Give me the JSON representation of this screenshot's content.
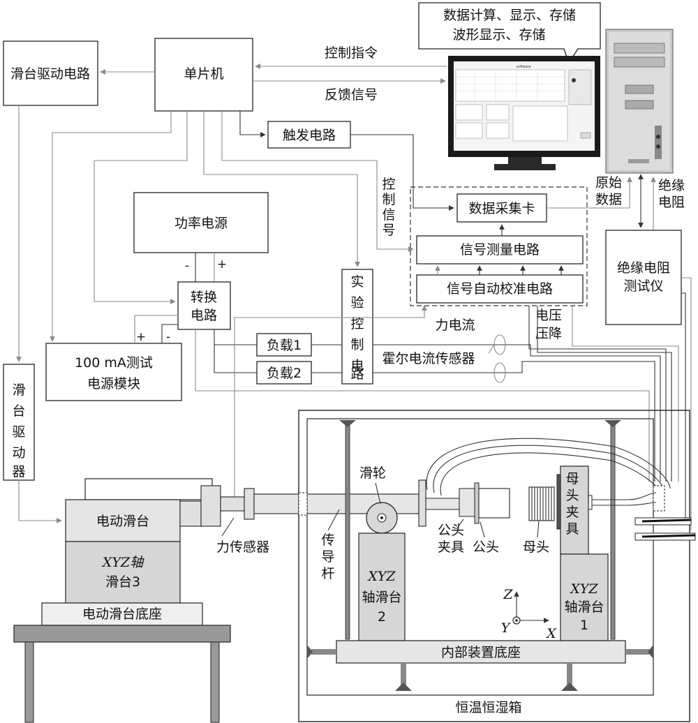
{
  "labels": {
    "data_calc": "数据计算、显示、存储",
    "waveform": "波形显示、存储",
    "slide_drive_circuit": "滑台驱动电路",
    "mcu": "单片机",
    "control_cmd": "控制指令",
    "feedback": "反馈信号",
    "trigger": "触发电路",
    "control_signal": "控制信号",
    "daq_card": "数据采集卡",
    "signal_measure": "信号测量电路",
    "auto_calib": "信号自动校准电路",
    "power_supply": "功率电源",
    "switch_circuit_1": "转换",
    "switch_circuit_2": "电路",
    "exp_control": "实验控制电路",
    "raw_data_1": "原始",
    "raw_data_2": "数据",
    "insulation_1": "绝缘",
    "insulation_2": "电阻",
    "insulation_tester_1": "绝缘电阻",
    "insulation_tester_2": "测试仪",
    "load1": "负载1",
    "load2": "负载2",
    "test_module_1": "100 mA测试",
    "test_module_2": "电源模块",
    "force_current": "力电流",
    "voltage_drop_1": "电压",
    "voltage_drop_2": "压降",
    "hall_sensor": "霍尔电流传感器",
    "slide_driver": "滑台驱动器",
    "electric_slide": "电动滑台",
    "xyz3_1": "XYZ轴",
    "xyz3_2": "滑台3",
    "slide_base": "电动滑台底座",
    "force_sensor": "力传感器",
    "pulley": "滑轮",
    "rod": "传导杆",
    "male_clamp_1": "公头",
    "male_clamp_2": "夹具",
    "male": "公头",
    "female": "母头",
    "female_clamp": "母头夹具",
    "xyz2_1": "XYZ",
    "xyz2_2": "轴滑台",
    "xyz2_3": "2",
    "xyz1_1": "XYZ",
    "xyz1_2": "轴滑台",
    "xyz1_3": "1",
    "inner_base": "内部装置底座",
    "chamber": "恒温恒湿箱",
    "minus": "-",
    "plus": "+",
    "axis_z": "Z",
    "axis_y": "Y",
    "axis_x": "X"
  }
}
